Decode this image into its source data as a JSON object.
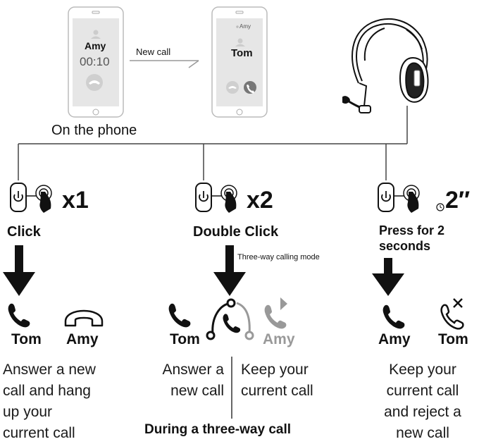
{
  "phones": {
    "left": {
      "caller": "Amy",
      "timer": "00:10"
    },
    "right": {
      "hold_caller": "Amy",
      "caller": "Tom"
    },
    "arrow_label": "New call",
    "caption": "On the phone"
  },
  "columns": [
    {
      "count": "x1",
      "action": "Click",
      "left_name": "Tom",
      "right_name": "Amy",
      "description": [
        "Answer a new",
        "call and hang",
        "up your",
        "current call"
      ]
    },
    {
      "count": "x2",
      "action": "Double Click",
      "mode_label": "Three-way calling mode",
      "left_name": "Tom",
      "right_name": "Amy",
      "left_description": [
        "Answer a",
        "new call"
      ],
      "right_description": [
        "Keep your",
        "current call"
      ],
      "footer": "During a three-way call"
    },
    {
      "count": "2″",
      "action": [
        "Press for 2",
        "seconds"
      ],
      "left_name": "Amy",
      "right_name": "Tom",
      "description": [
        "Keep your",
        "current call",
        "and reject a",
        "new call"
      ]
    }
  ],
  "colors": {
    "ink": "#1a1a1a",
    "gray": "#999999",
    "phone_screen": "#e6e6e6"
  }
}
